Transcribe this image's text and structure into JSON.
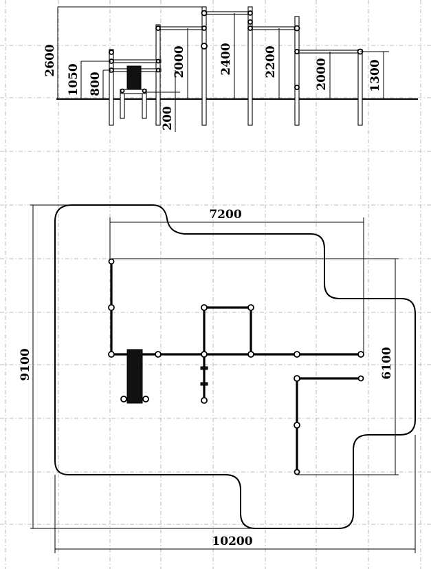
{
  "elevation": {
    "dims": {
      "d2600": "2600",
      "d1050": "1050",
      "d800": "800",
      "d2000_left": "2000",
      "d200": "200",
      "d2400": "2400",
      "d2200": "2200",
      "d2000_right": "2000",
      "d1300": "1300"
    }
  },
  "plan": {
    "dims": {
      "d7200": "7200",
      "d6100": "6100",
      "d9100": "9100",
      "d10200": "10200"
    }
  },
  "colors": {
    "line": "#000000",
    "grid": "#a8a8a8",
    "background": "#ffffff"
  }
}
